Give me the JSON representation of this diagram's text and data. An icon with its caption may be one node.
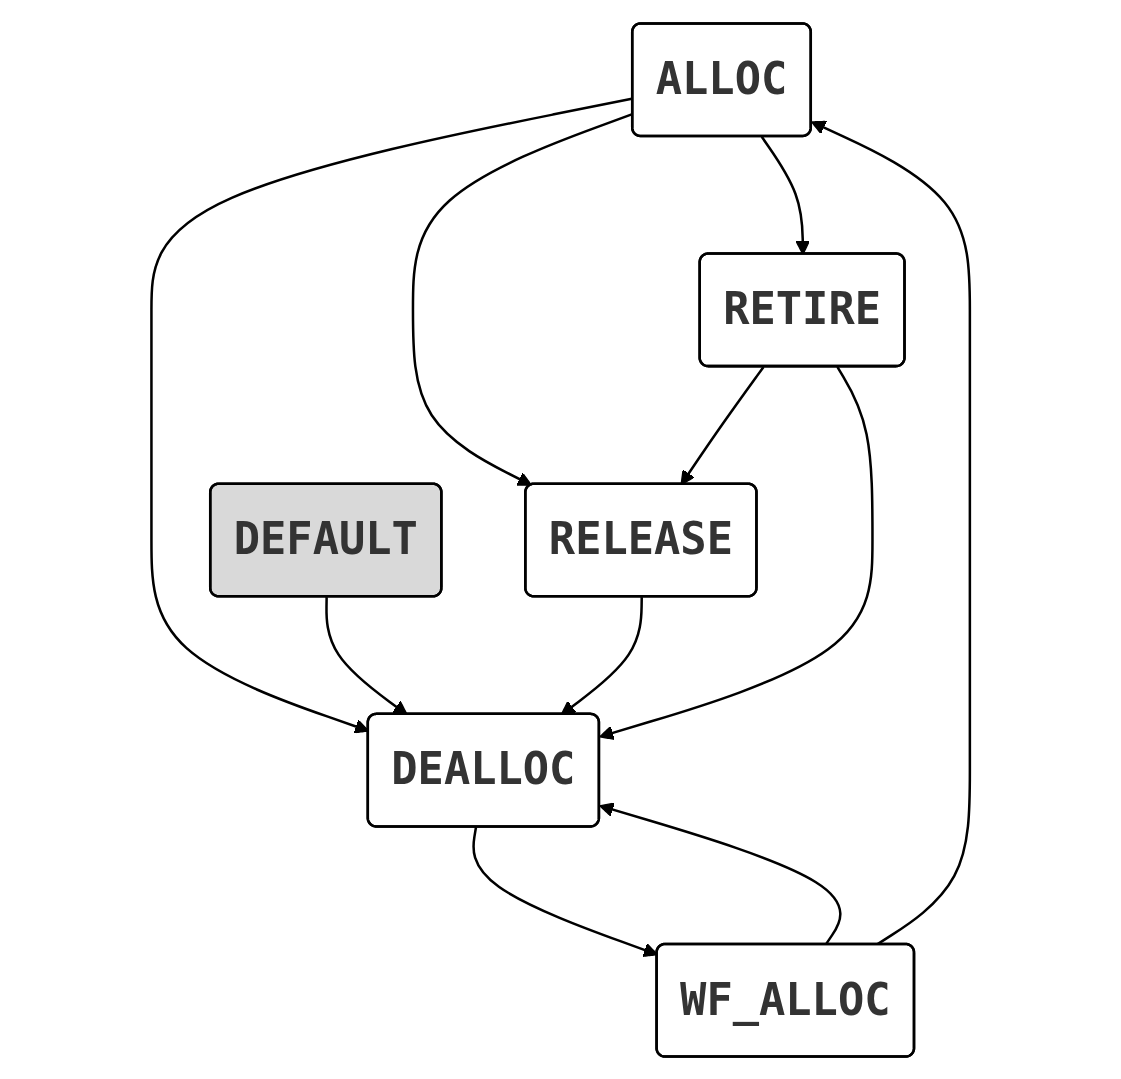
{
  "diagram": {
    "nodes": [
      {
        "text": [
          "ALLOC"
        ]
      },
      {
        "text": [
          "RETIRE"
        ]
      },
      {
        "text": [
          "RELEASE"
        ]
      },
      {
        "text": [
          "DEFAULT"
        ]
      },
      {
        "text": [
          "DEALLOC"
        ]
      },
      {
        "text": [
          "WF_ALLOC"
        ]
      }
    ],
    "edges": [
      {
        "from": 0,
        "to": 4,
        "arrow": "to"
      },
      {
        "from": 0,
        "to": 2,
        "arrow": "to"
      },
      {
        "from": 0,
        "to": 1,
        "arrow": "to"
      },
      {
        "from": 1,
        "to": 2,
        "arrow": "to"
      },
      {
        "from": 1,
        "to": 4,
        "arrow": "to"
      },
      {
        "from": 2,
        "to": 4,
        "arrow": "to"
      },
      {
        "from": 3,
        "to": 4,
        "arrow": "to"
      },
      {
        "from": 4,
        "to": 5,
        "arrow": "to"
      },
      {
        "from": 5,
        "to": 4,
        "arrow": "to"
      },
      {
        "from": 5,
        "to": 0,
        "arrow": "to"
      }
    ]
  }
}
